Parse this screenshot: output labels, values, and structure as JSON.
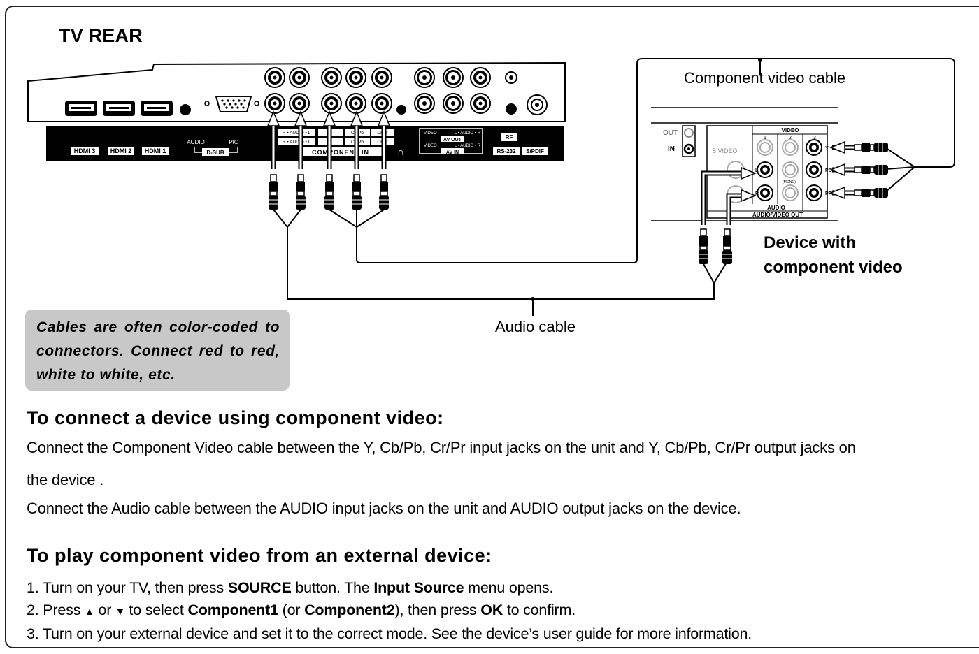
{
  "diagram": {
    "title": "TV REAR",
    "component_cable_label": "Component video cable",
    "audio_cable_label": "Audio cable",
    "device_label_line1": "Device with",
    "device_label_line2": "component video",
    "tv_panel": {
      "hdmi3": "HDMI 3",
      "hdmi2": "HDMI 2",
      "hdmi1": "HDMI 1",
      "audio": "AUDIO",
      "pic": "PIC",
      "dsub": "D-SUB",
      "r_audio_l_top": "R • AUDIO • L",
      "r_audio_l_bottom": "R • AUDIO • L",
      "y_top": "Y",
      "y_bottom": "Y",
      "cb_top": "Cb/Pb",
      "cb_bottom": "Cb/Pb",
      "cr_top": "Cr/Pr",
      "cr_bottom": "Cr/Pr",
      "component_in": "COMPONENT IN",
      "video_out": "VIDEO",
      "audio_out": "L • AUDIO • R",
      "av_out": "AV OUT",
      "video_in": "VIDEO",
      "audio_in": "L • AUDIO • R",
      "av_in": "AV IN",
      "rf": "RF",
      "rs232": "RS-232",
      "spdif": "S/PDIF"
    },
    "device_panel": {
      "out": "OUT",
      "in": "IN",
      "s_video": "S VIDEO",
      "video": "VIDEO",
      "col1": "1",
      "col2": "2",
      "col3": "3",
      "y": "Y",
      "pb": "PB",
      "pr": "PR",
      "l": "L",
      "r": "R",
      "mono": "(MONO)",
      "audio": "AUDIO",
      "av_out": "AUDIO/VIDEO OUT"
    }
  },
  "note": "Cables are often color-coded to connectors. Connect red to red, white to white, etc.",
  "section1": {
    "heading": "To connect a device using component video:",
    "para1_line1": "Connect the Component Video cable between the Y, Cb/Pb, Cr/Pr input jacks on the unit and Y, Cb/Pb, Cr/Pr output jacks on",
    "para1_line2": "the device .",
    "para2": "Connect the Audio cable between the AUDIO input jacks on the unit and AUDIO output jacks on the device."
  },
  "section2": {
    "heading": "To play component video from an external device:",
    "step1": {
      "a": "1. Turn on your TV,  then press ",
      "b": "SOURCE",
      "c": " button. The ",
      "d": "Input Source",
      "e": " menu opens."
    },
    "step2": {
      "a": "2. Press ",
      "up": "▲",
      "or": " or ",
      "down": "▼",
      "b": "  to select ",
      "c": "Component1",
      "d": " (or ",
      "e": "Component2",
      "f": "), then press ",
      "g": "OK",
      "h": " to confirm."
    },
    "step3": "3. Turn on your external device and set it to the correct mode. See the device’s user guide for more information."
  }
}
